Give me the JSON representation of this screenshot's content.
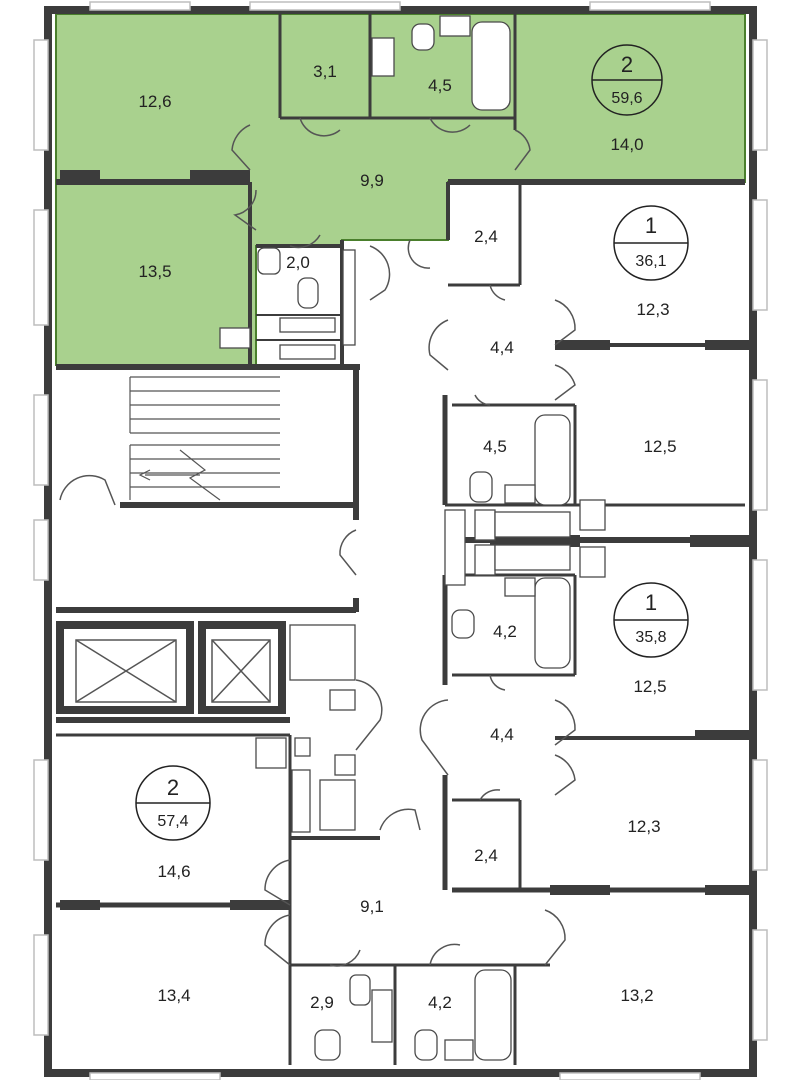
{
  "colors": {
    "highlight_fill": "#a9d18e",
    "highlight_edge": "#4a7f2c",
    "wall": "#3c3c3c",
    "window": "#bdbdbd",
    "fixture": "#4a4a4a"
  },
  "apartments": {
    "apt_top_left": {
      "rooms": "2",
      "area": "59,6",
      "highlighted": true
    },
    "apt_right_upper": {
      "rooms": "1",
      "area": "36,1",
      "highlighted": false
    },
    "apt_right_lower": {
      "rooms": "1",
      "area": "35,8",
      "highlighted": false
    },
    "apt_bottom_left": {
      "rooms": "2",
      "area": "57,4",
      "highlighted": false
    }
  },
  "rooms": {
    "r_12_6": "12,6",
    "r_3_1": "3,1",
    "r_4_5_top": "4,5",
    "r_14_0": "14,0",
    "r_9_9": "9,9",
    "r_13_5": "13,5",
    "r_2_0": "2,0",
    "r_2_4_top": "2,4",
    "r_12_3_top": "12,3",
    "r_4_4_top": "4,4",
    "r_4_5_mid": "4,5",
    "r_12_5_top": "12,5",
    "r_4_2_mid": "4,2",
    "r_12_5_bottom": "12,5",
    "r_4_4_bottom": "4,4",
    "r_12_3_bottom": "12,3",
    "r_2_4_bottom": "2,4",
    "r_14_6": "14,6",
    "r_9_1": "9,1",
    "r_13_4": "13,4",
    "r_2_9": "2,9",
    "r_4_2_bottom": "4,2",
    "r_13_2": "13,2"
  }
}
